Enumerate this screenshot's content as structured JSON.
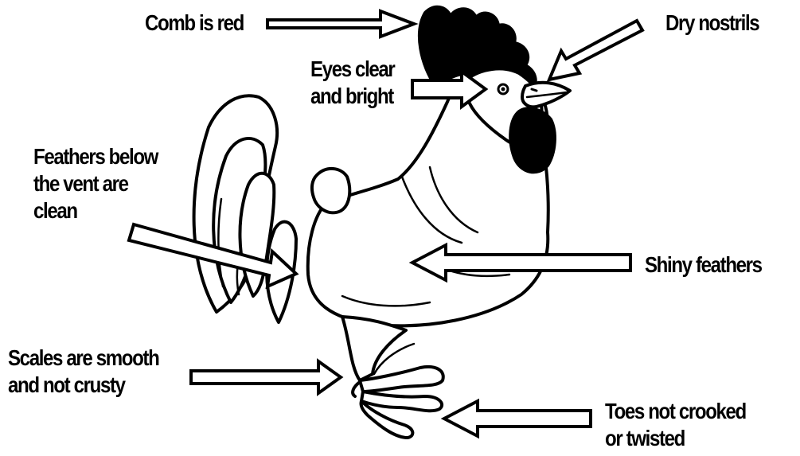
{
  "diagram": {
    "labels": {
      "comb": "Comb is red",
      "nostrils": "Dry nostrils",
      "eyes": [
        "Eyes clear",
        "and bright"
      ],
      "vent": [
        "Feathers below",
        "the vent are",
        "clean"
      ],
      "feathers": "Shiny feathers",
      "scales": [
        "Scales are smooth",
        "and not crusty"
      ],
      "toes": [
        "Toes not crooked",
        "or twisted"
      ]
    },
    "colors": {
      "ink": "#000000",
      "paper": "#ffffff"
    }
  }
}
